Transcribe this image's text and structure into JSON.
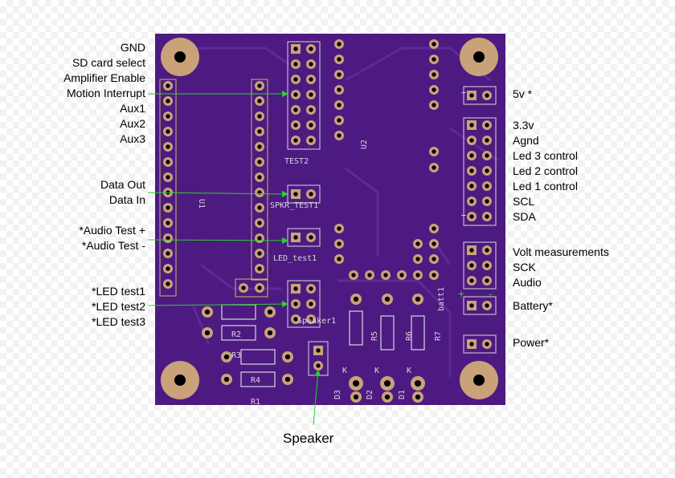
{
  "board": {
    "colors": {
      "board": "#4d1a82",
      "pad": "#c9a27a",
      "hole": "#000000",
      "silk": "#d8d8d8",
      "trace": "#5e2a95",
      "arrow": "#29d129"
    },
    "silkscreen": {
      "u1": "U1",
      "u2": "U2",
      "test2": "TEST2",
      "spkr": "SPKR_TEST1",
      "led_test": "LED_test1",
      "speaker1": "Speaker1",
      "r1": "R1",
      "r2": "R2",
      "r3": "R3",
      "r4": "R4",
      "r5": "R5",
      "r6": "R6",
      "r7": "R7",
      "batt1": "batt1",
      "d1": "D1",
      "d2": "D2",
      "d3": "D3",
      "k": "K",
      "plus": "+",
      "minus": "-",
      "t": "T"
    }
  },
  "labels_left": [
    "GND",
    "SD card select",
    "Amplifier Enable",
    "Motion Interrupt",
    "Aux1",
    "Aux2",
    "Aux3",
    "Data Out",
    "Data In",
    "*Audio Test +",
    "*Audio Test -",
    "*LED test1",
    "*LED test2",
    "*LED test3"
  ],
  "labels_right": [
    "5v *",
    "3.3v",
    "Agnd",
    "Led 3 control",
    "Led 2 control",
    "Led 1 control",
    "SCL",
    "SDA",
    "Volt measurements",
    "SCK",
    "Audio",
    "Battery*",
    "Power*"
  ],
  "label_bottom": "Speaker"
}
